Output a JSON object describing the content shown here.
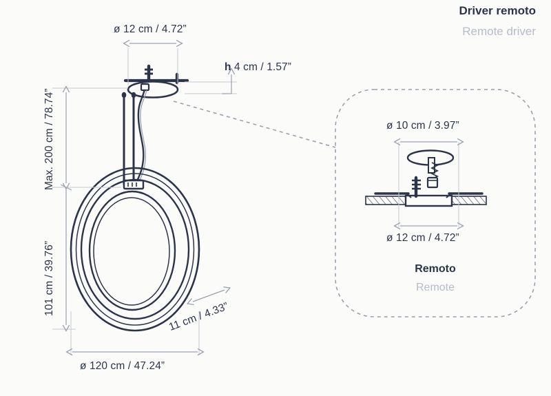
{
  "header": {
    "title_es": "Driver remoto",
    "title_en": "Remote driver"
  },
  "main_drawing": {
    "canopy_diameter": "ø 12 cm / 4.72”",
    "canopy_height_prefix": "h",
    "canopy_height": "4 cm / 1.57”",
    "suspension_max": "Max. 200 cm / 78.74”",
    "ring_height": "101 cm / 39.76”",
    "ring_section": "11 cm / 4.33”",
    "ring_diameter": "ø 120 cm / 47.24”"
  },
  "inset": {
    "recess_diameter": "ø 10 cm / 3.97”",
    "plate_diameter": "ø 12 cm / 4.72”",
    "caption_es": "Remoto",
    "caption_en": "Remote"
  },
  "colors": {
    "background": "#fbfbf9",
    "ink": "#2b3449",
    "dimension_line": "#9aa0b0",
    "muted_text": "#b6bcc9",
    "hatch": "#6c7siz"
  }
}
